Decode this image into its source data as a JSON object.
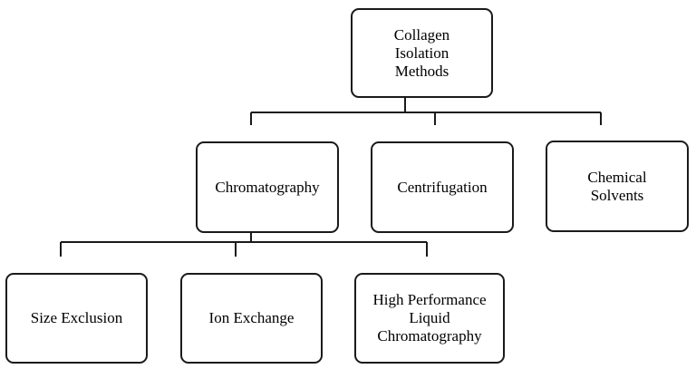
{
  "diagram": {
    "root": "Collagen\nIsolation\nMethods",
    "level1": [
      "Chromatography",
      "Centrifugation",
      "Chemical\nSolvents"
    ],
    "level2": [
      "Size Exclusion",
      "Ion Exchange",
      "High Performance\nLiquid\nChromatography"
    ]
  },
  "colors": {
    "line": "#1a1a1a",
    "box_border": "#1a1a1a",
    "background": "#ffffff"
  }
}
